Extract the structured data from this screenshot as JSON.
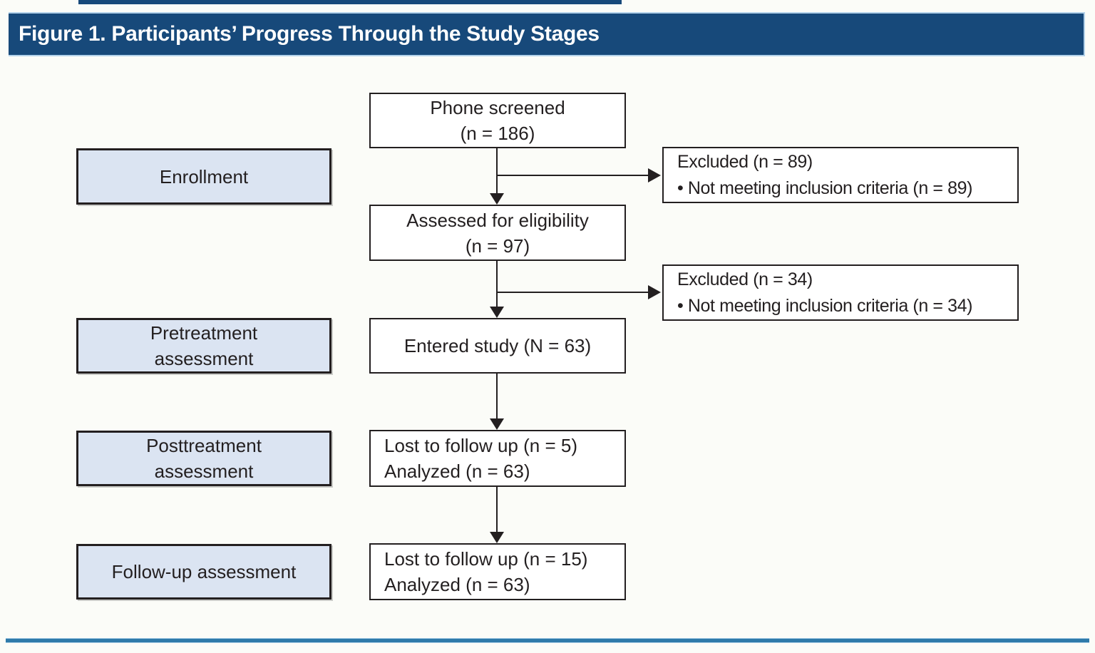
{
  "figure": {
    "title": "Figure 1. Participants’ Progress Through the Study Stages"
  },
  "flow": {
    "phone_screened": {
      "line1": "Phone screened",
      "line2": "(n = 186)"
    },
    "assessed": {
      "line1": "Assessed for eligibility",
      "line2": "(n = 97)"
    },
    "entered": {
      "line1": "Entered study (N = 63)"
    },
    "posttreatment_outcome": {
      "line1": "Lost to follow up (n = 5)",
      "line2": "Analyzed (n = 63)"
    },
    "followup_outcome": {
      "line1": "Lost to follow up (n = 15)",
      "line2": "Analyzed (n = 63)"
    }
  },
  "stages": {
    "enrollment": {
      "line1": "Enrollment"
    },
    "pretreatment": {
      "line1": "Pretreatment",
      "line2": "assessment"
    },
    "posttreatment": {
      "line1": "Posttreatment",
      "line2": "assessment"
    },
    "followup": {
      "line1": "Follow-up assessment"
    }
  },
  "exclusions": {
    "first": {
      "line1": "Excluded (n = 89)",
      "line2": "• Not meeting inclusion criteria (n = 89)"
    },
    "second": {
      "line1": "Excluded (n = 34)",
      "line2": "• Not meeting inclusion criteria (n = 34)"
    }
  },
  "colors": {
    "header_bg": "#17497a",
    "header_text": "#ffffff",
    "stage_box_bg": "#dbe4f2",
    "box_border": "#231f20",
    "bottom_rule": "#2e7aaa"
  }
}
